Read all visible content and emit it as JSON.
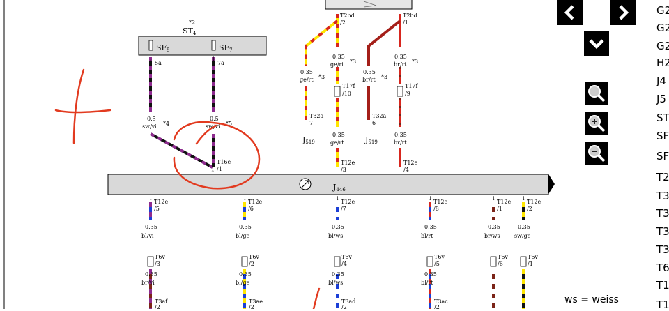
{
  "colors": {
    "annotation": "#e23a1f",
    "module_fill": "#d9d9d9",
    "wire_yellow": "#ffe600",
    "wire_red": "#d7261e",
    "wire_violet": "#8e2b8f",
    "wire_black": "#111111",
    "wire_blue": "#1c3fd6",
    "wire_brown": "#7b2418",
    "wire_white": "#ffffff"
  },
  "relay_box": {
    "ref_mark": "*2",
    "name": "ST",
    "name_sub": "4",
    "fuses": [
      {
        "name": "SF",
        "sub": "5",
        "pin": "5a",
        "gauge": "0.5",
        "color_code": "sw/vi",
        "ref_mark": "*4"
      },
      {
        "name": "SF",
        "sub": "7",
        "pin": "7a",
        "gauge": "0.5",
        "color_code": "sw/vi",
        "ref_mark": "*5"
      }
    ]
  },
  "top_connectors": [
    {
      "connector": "T2bd",
      "pin": "/2",
      "gauge": "0.35",
      "color_code": "ge/rt",
      "ref_mark": "*3"
    },
    {
      "connector": "T2bd",
      "pin": "/1",
      "gauge": "0.35",
      "color_code": "br/rt",
      "ref_mark": "*3"
    }
  ],
  "j519_branches": [
    {
      "gauge": "0.35",
      "color_code": "ge/rt",
      "ref_mark": "*3",
      "connector": "T32a",
      "pin": "7",
      "component": "J",
      "component_sub": "519"
    },
    {
      "gauge": "0.35",
      "color_code": "br/rt",
      "ref_mark": "*3",
      "connector": "T32a",
      "pin": "6",
      "component": "J",
      "component_sub": "519"
    }
  ],
  "t17f_wires": [
    {
      "connector": "T17f",
      "pin": "/10",
      "gauge": "0.35",
      "color_code": "ge/rt",
      "t12e": "T12e",
      "t12e_pin": "/3"
    },
    {
      "connector": "T17f",
      "pin": "/9",
      "gauge": "0.35",
      "color_code": "br/rt",
      "t12e": "T12e",
      "t12e_pin": "/4"
    }
  ],
  "t16e": {
    "connector": "T16e",
    "pin": "/1"
  },
  "module": {
    "name": "J",
    "name_sub": "446"
  },
  "bottom_wires": [
    {
      "t12e": "T12e",
      "t12e_pin": "/5",
      "gauge": "0.35",
      "color_code": "bl/vi",
      "t6v": "T6v",
      "t6v_pin": "/3",
      "gauge2": "0.35",
      "color_code2": "br/vi",
      "end_connector": "T3af",
      "end_pin": "/2"
    },
    {
      "t12e": "T12e",
      "t12e_pin": "/6",
      "gauge": "0.35",
      "color_code": "bl/ge",
      "t6v": "T6v",
      "t6v_pin": "/2",
      "gauge2": "0.35",
      "color_code2": "bl/ge",
      "end_connector": "T3ae",
      "end_pin": "/2"
    },
    {
      "t12e": "T12e",
      "t12e_pin": "/7",
      "gauge": "0.35",
      "color_code": "bl/ws",
      "t6v": "T6v",
      "t6v_pin": "/4",
      "gauge2": "0.35",
      "color_code2": "bl/ws",
      "end_connector": "T3ad",
      "end_pin": "/2"
    },
    {
      "t12e": "T12e",
      "t12e_pin": "/8",
      "gauge": "0.35",
      "color_code": "bl/rt",
      "t6v": "T6v",
      "t6v_pin": "/5",
      "gauge2": "0.35",
      "color_code2": "bl/rt",
      "end_connector": "T3ac",
      "end_pin": "/2"
    },
    {
      "t12e": "T12e",
      "t12e_pin": "/1",
      "gauge": "0.35",
      "color_code": "br/ws",
      "t6v": "T6v",
      "t6v_pin": "/6"
    },
    {
      "t12e": "T12e",
      "t12e_pin": "/2",
      "gauge": "0.35",
      "color_code": "sw/ge",
      "t6v": "T6v",
      "t6v_pin": "/1"
    }
  ],
  "viewer": {
    "prev_icon": "chevron-left-icon",
    "next_icon": "chevron-right-icon",
    "down_icon": "chevron-down-icon",
    "zoom_icon": "magnifier-icon",
    "zoom_in_icon": "zoom-in-icon",
    "zoom_out_icon": "zoom-out-icon"
  },
  "legend": {
    "items": [
      "G2",
      "G2",
      "G2",
      "H2",
      "J4",
      "J5",
      "ST",
      "SF",
      "SF",
      "T2",
      "T3",
      "T3",
      "T3",
      "T3",
      "T6",
      "T1",
      "T1"
    ],
    "note": "ws  =  weiss"
  }
}
